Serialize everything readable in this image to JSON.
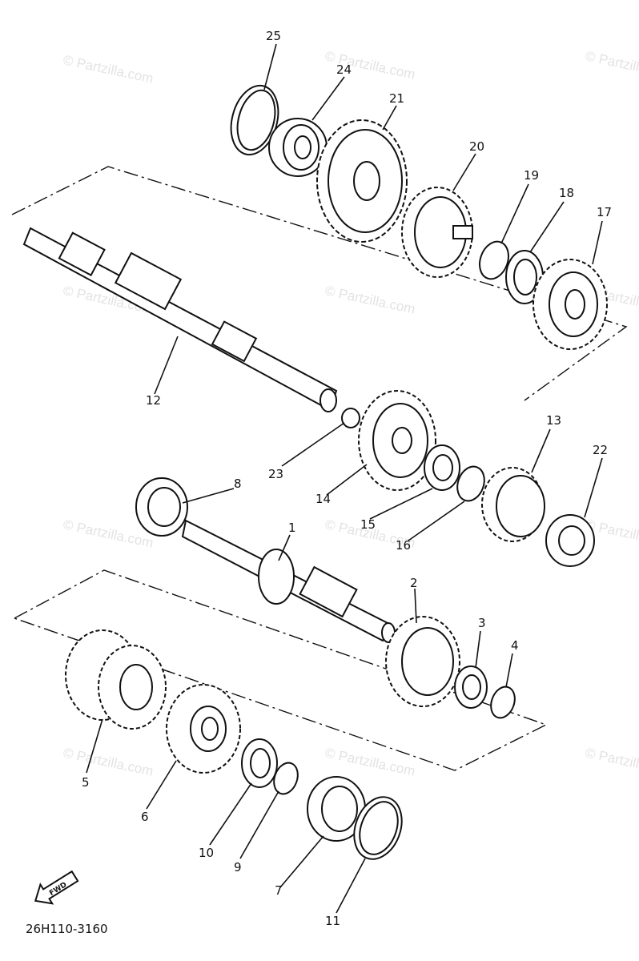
{
  "watermark": "© Partzilla.com",
  "diagram_code": "26H110-3160",
  "fwd_label": "FWD",
  "callouts": {
    "c1": "1",
    "c2": "2",
    "c3": "3",
    "c4": "4",
    "c5": "5",
    "c6": "6",
    "c7": "7",
    "c8": "8",
    "c9": "9",
    "c10": "10",
    "c11": "11",
    "c12": "12",
    "c13": "13",
    "c14": "14",
    "c15": "15",
    "c16": "16",
    "c17": "17",
    "c18": "18",
    "c19": "19",
    "c20": "20",
    "c21": "21",
    "c22": "22",
    "c23": "23",
    "c24": "24",
    "c25": "25"
  },
  "icons": {
    "fwd": "arrow-icon"
  },
  "colors": {
    "ink": "#111111",
    "watermark": "#e3e3e3",
    "background": "#ffffff"
  }
}
